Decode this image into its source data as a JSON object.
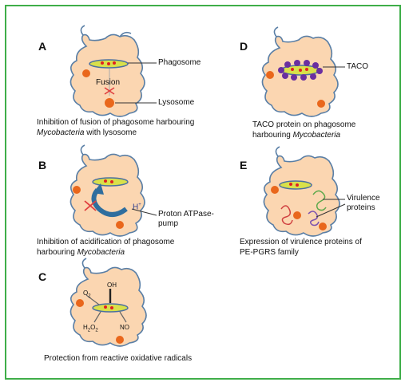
{
  "colors": {
    "border": "#3fae49",
    "cell_fill": "#fbd6b1",
    "cell_outline": "#5a7fa6",
    "phagosome_fill": "#d9e04a",
    "phagosome_outline": "#4a6fa0",
    "bacteria": "#e02020",
    "lysosome": "#e9671c",
    "taco": "#6a2fa0",
    "arrow": "#2f6e9e",
    "block": "#e04040"
  },
  "panels": {
    "a": {
      "label": "A",
      "fusion": "Fusion",
      "phagosome": "Phagosome",
      "lysosome": "Lysosome",
      "caption_line1": "Inhibition of fusion of phagosome harbouring",
      "caption_line2_italic": "Mycobacteria",
      "caption_line2_rest": " with lysosome"
    },
    "b": {
      "label": "B",
      "hplus": "H",
      "hplus_sup": "+",
      "proton_line1": "Proton ATPase-",
      "proton_line2": "pump",
      "caption_line1": "Inhibition of acidification of phagosome",
      "caption_line2_prefix": "harbouring ",
      "caption_line2_italic": "Mycobacteria"
    },
    "c": {
      "label": "C",
      "oh": "OH",
      "o2": "O",
      "o2_sub": "2",
      "h2o2_h": "H",
      "h2o2_sub1": "2",
      "h2o2_o": "O",
      "h2o2_sub2": "2",
      "no": "NO",
      "caption": "Protection from reactive oxidative radicals"
    },
    "d": {
      "label": "D",
      "taco": "TACO",
      "caption_line1": "TACO protein on phagosome",
      "caption_line2_prefix": "harbouring ",
      "caption_line2_italic": "Mycobacteria"
    },
    "e": {
      "label": "E",
      "virulence_line1": "Virulence",
      "virulence_line2": "proteins",
      "caption_line1": "Expression of virulence proteins of",
      "caption_line2": "PE-PGRS family"
    }
  }
}
